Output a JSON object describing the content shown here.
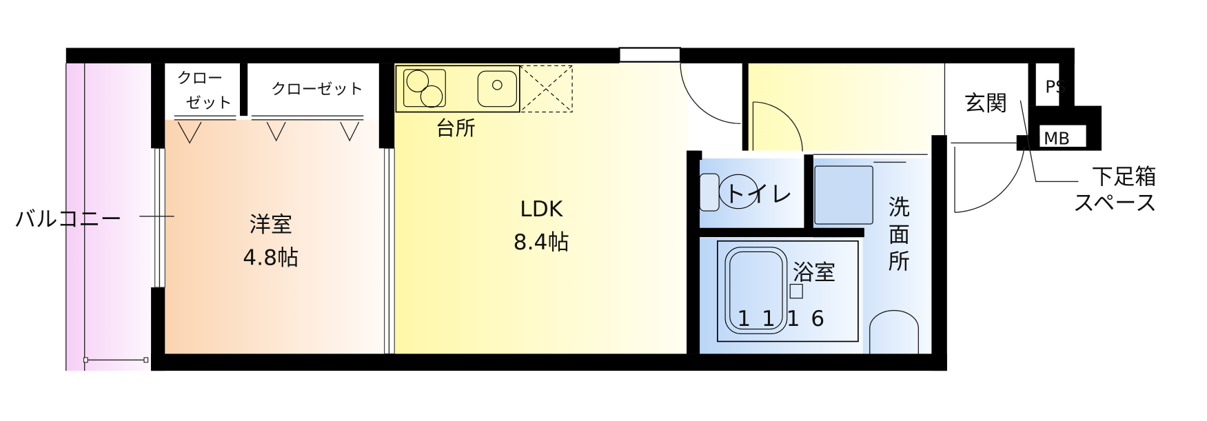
{
  "plan": {
    "balcony": "バルコニー",
    "closet_small_line1": "クロー",
    "closet_small_line2": "ゼット",
    "closet_large": "クローゼット",
    "kitchen": "台所",
    "western_room": "洋室",
    "western_room_size": "4.8帖",
    "ldk": "LDK",
    "ldk_size": "8.4帖",
    "toilet": "トイレ",
    "bathroom": "浴室",
    "bath_size": "1116",
    "washroom_1": "洗",
    "washroom_2": "面",
    "washroom_3": "所",
    "entrance": "玄関",
    "ps": "PS",
    "mb": "MB",
    "shoe_box_line1": "下足箱",
    "shoe_box_line2": "スペース"
  },
  "colors": {
    "balcony": "#f8d4f8",
    "western_room": "#fbd6b4",
    "ldk": "#fff9b8",
    "wet_area": "#bcd8f8"
  }
}
